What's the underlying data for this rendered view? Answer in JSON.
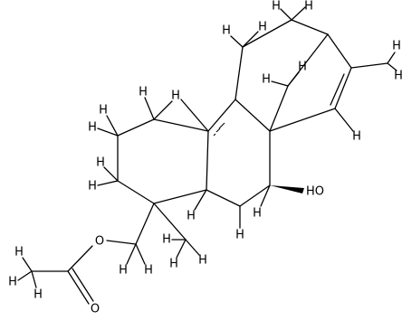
{
  "molecule": {
    "atom_labels": {
      "carbonyl_oxygen": "O",
      "ester_oxygen": "O",
      "hydroxyl": "HO",
      "hydrogen": "H"
    }
  }
}
